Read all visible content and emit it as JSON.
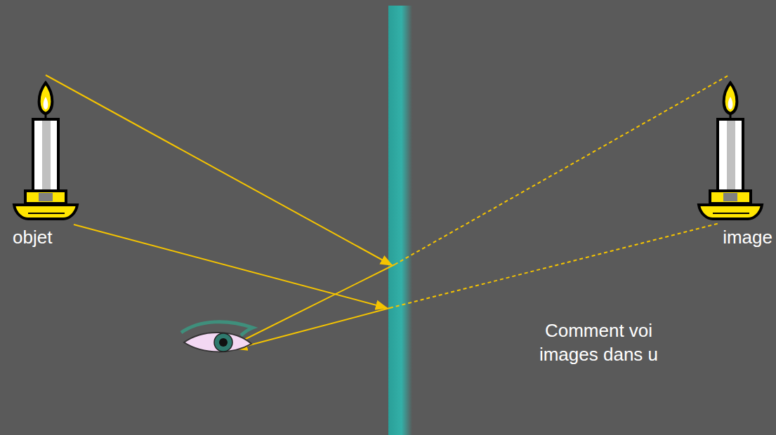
{
  "diagram": {
    "labels": [
      "objet",
      "image",
      "Comment voi images dans u"
    ]
  }
}
